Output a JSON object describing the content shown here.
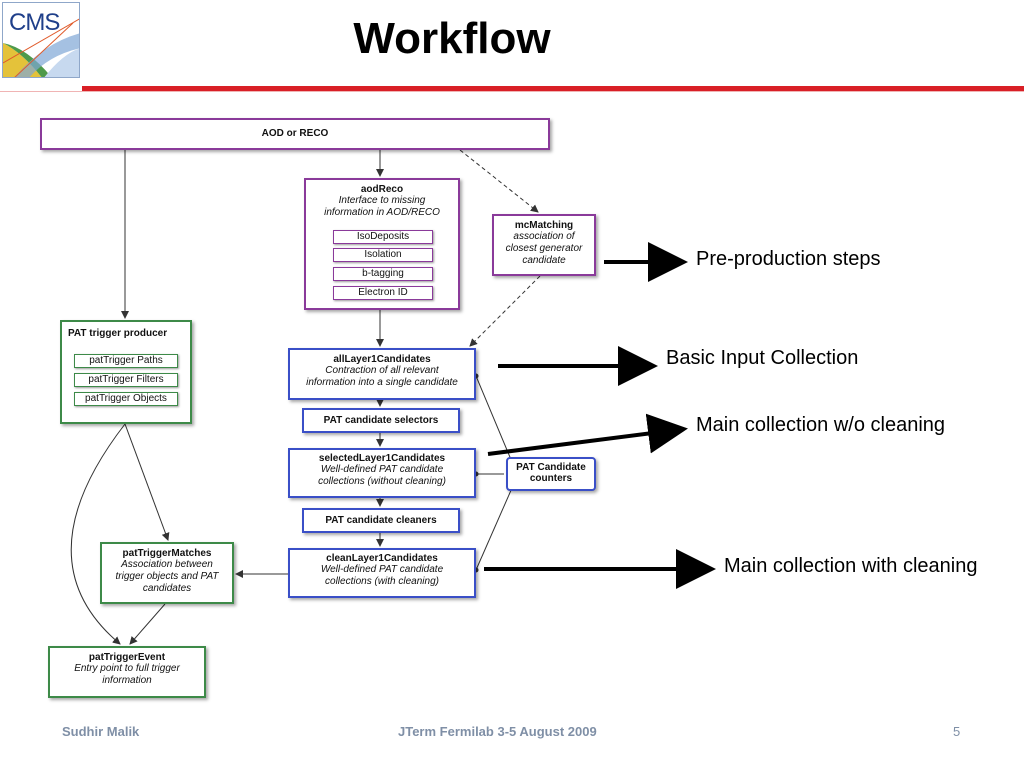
{
  "logo": {
    "text": "CMS"
  },
  "title": "Workflow",
  "diagram": {
    "aod_reco": "AOD or RECO",
    "aodreco": {
      "title": "aodReco",
      "desc": [
        "Interface to missing",
        "information in AOD/RECO"
      ],
      "items": [
        "IsoDeposits",
        "Isolation",
        "b-tagging",
        "Electron ID"
      ]
    },
    "mcmatching": {
      "title": "mcMatching",
      "desc": [
        "association of",
        "closest generator",
        "candidate"
      ]
    },
    "pat_trigger_producer": {
      "title": "PAT trigger producer",
      "items": [
        "patTrigger Paths",
        "patTrigger Filters",
        "patTrigger Objects"
      ]
    },
    "alllayer1": {
      "title": "allLayer1Candidates",
      "desc": [
        "Contraction of all relevant",
        "information into a single candidate"
      ]
    },
    "selectors": "PAT candidate selectors",
    "selectedlayer1": {
      "title": "selectedLayer1Candidates",
      "desc": [
        "Well-defined PAT candidate",
        "collections (without cleaning)"
      ]
    },
    "cleaners": "PAT candidate cleaners",
    "cleanlayer1": {
      "title": "cleanLayer1Candidates",
      "desc": [
        "Well-defined PAT candidate",
        "collections (with cleaning)"
      ]
    },
    "counters": [
      "PAT Candidate",
      "counters"
    ],
    "trigmatches": {
      "title": "patTriggerMatches",
      "desc": [
        "Association between",
        "trigger objects and PAT",
        "candidates"
      ]
    },
    "trigevent": {
      "title": "patTriggerEvent",
      "desc": [
        "Entry point to full trigger",
        "information"
      ]
    }
  },
  "annotations": {
    "preproduction": "Pre-production steps",
    "basic_input": "Basic Input Collection",
    "main_wo": "Main collection w/o cleaning",
    "main_with": "Main collection with cleaning"
  },
  "footer": {
    "author": "Sudhir Malik",
    "event": "JTerm Fermilab 3-5 August 2009",
    "page": "5"
  },
  "colors": {
    "title_rule": "#d91f26",
    "purple_border": "#8a3a9a",
    "blue_border": "#3a4fc7",
    "green_border": "#3d8a48",
    "footer_text": "#7f8fa6"
  }
}
